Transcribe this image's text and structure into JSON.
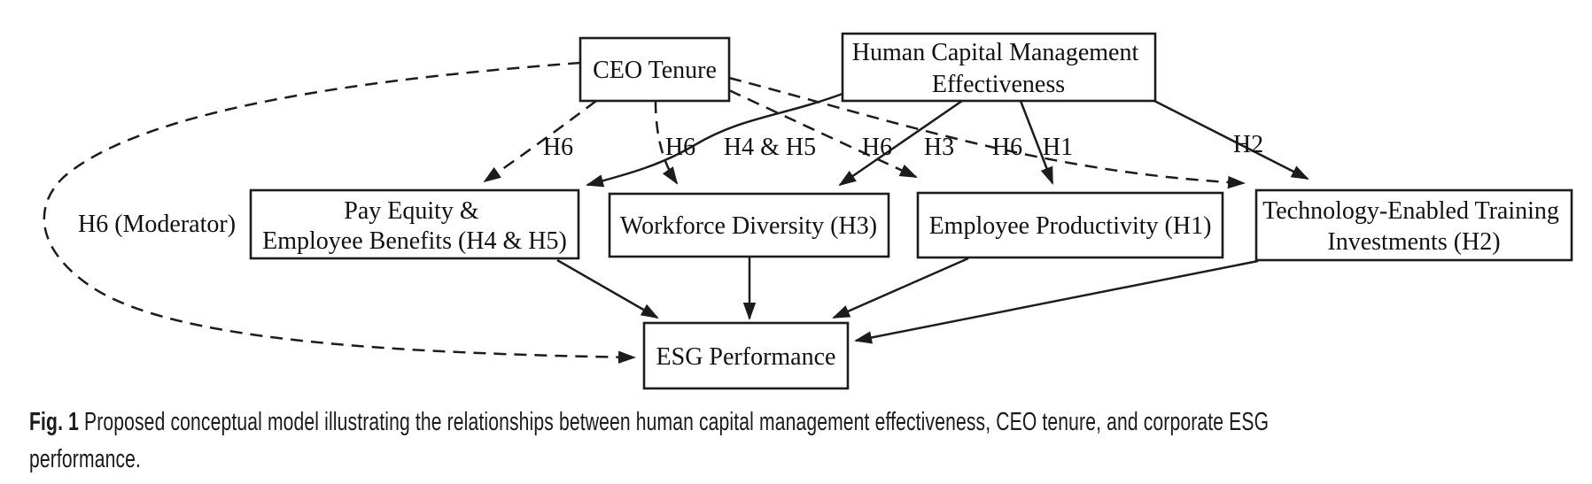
{
  "figure": {
    "caption_label": "Fig. 1",
    "caption_text": "Proposed conceptual model illustrating the relationships between human capital management effectiveness, CEO tenure, and corporate ESG performance."
  },
  "nodes": {
    "ceo_tenure": {
      "label": "CEO Tenure"
    },
    "hcm": {
      "line1": "Human Capital Management",
      "line2": "Effectiveness"
    },
    "pay_equity": {
      "line1": "Pay Equity &",
      "line2": "Employee Benefits (H4 & H5)"
    },
    "workforce": {
      "label": "Workforce Diversity (H3)"
    },
    "productivity": {
      "label": "Employee Productivity (H1)"
    },
    "technology": {
      "line1": "Technology-Enabled Training",
      "line2": "Investments (H2)"
    },
    "esg": {
      "label": "ESG Performance"
    }
  },
  "edge_labels": {
    "h6_moderator": "H6 (Moderator)",
    "h6_pay_equity": "H6",
    "h6_workforce": "H6",
    "h4_h5": "H4 & H5",
    "h6_productivity": "H6",
    "h3": "H3",
    "h6_technology": "H6",
    "h1": "H1",
    "h2": "H2"
  },
  "colors": {
    "background": "#ffffff",
    "line": "#1c1c1c",
    "text": "#111111"
  }
}
